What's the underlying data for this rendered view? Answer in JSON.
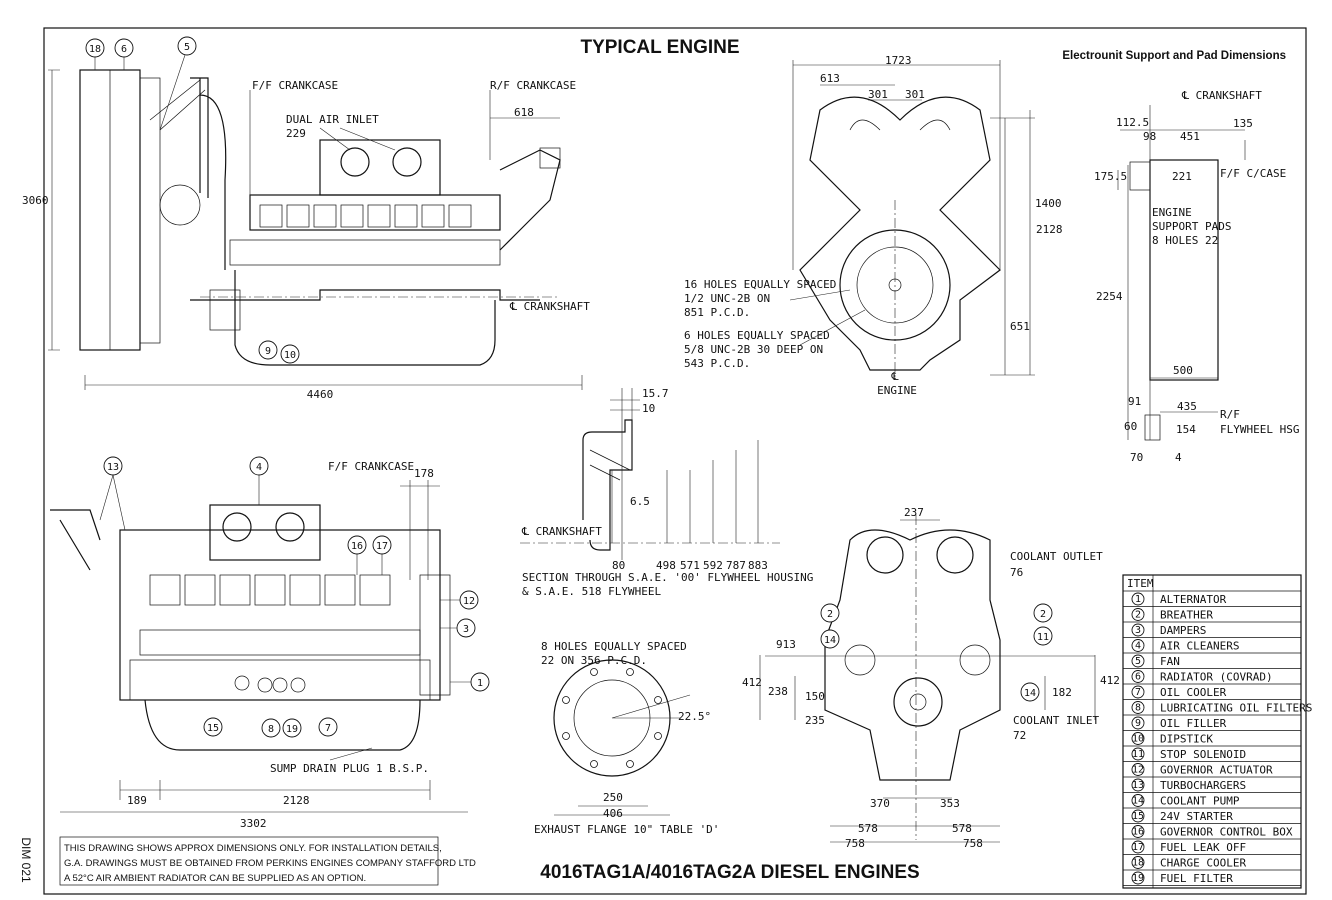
{
  "title": "TYPICAL ENGINE",
  "subtitle": "Electrounit Support and Pad Dimensions",
  "footer_title": "4016TAG1A/4016TAG2A DIESEL ENGINES",
  "drawing_number": "DIM 021",
  "notes": [
    "THIS DRAWING SHOWS APPROX DIMENSIONS ONLY. FOR INSTALLATION DETAILS,",
    "G.A. DRAWINGS MUST BE OBTAINED FROM PERKINS ENGINES COMPANY STAFFORD LTD",
    "A 52°C AIR AMBIENT RADIATOR CAN BE SUPPLIED AS AN OPTION."
  ],
  "side_view": {
    "ff_crankcase": "F/F CRANKCASE",
    "rf_crankcase": "R/F CRANKCASE",
    "dual_air_inlet": "DUAL AIR INLET",
    "dual_air_inlet_dim": "229",
    "crankshaft": "℄ CRANKSHAFT",
    "height": "3060",
    "length": "4460",
    "rf_offset": "618",
    "balloons": [
      "18",
      "6",
      "5",
      "9",
      "10"
    ]
  },
  "lower_side_view": {
    "ff_crankcase": "F/F CRANKCASE",
    "ff_offset": "178",
    "sump_drain": "SUMP DRAIN PLUG 1 B.S.P.",
    "dims": [
      "189",
      "2128",
      "3302"
    ],
    "balloons": [
      "13",
      "4",
      "16",
      "17",
      "12",
      "3",
      "1",
      "15",
      "8",
      "19",
      "7"
    ]
  },
  "front_view": {
    "width": "1723",
    "dims_top": [
      "613",
      "301",
      "301"
    ],
    "heights": [
      "1400",
      "2128",
      "651"
    ],
    "holes_16": [
      "16 HOLES EQUALLY SPACED",
      "1/2 UNC-2B ON",
      "851 P.C.D."
    ],
    "holes_6": [
      "6 HOLES EQUALLY SPACED",
      "5/8 UNC-2B 30 DEEP ON",
      "543 P.C.D."
    ],
    "engine_cl": "℄",
    "engine_label": "ENGINE"
  },
  "pad_view": {
    "crankshaft": "℄ CRANKSHAFT",
    "dims": [
      "112.5",
      "98",
      "451",
      "135",
      "175.5",
      "221",
      "2254",
      "500",
      "91",
      "435",
      "60",
      "154",
      "70",
      "4"
    ],
    "ff_case": "F/F C/CASE",
    "support_pads": [
      "ENGINE",
      "SUPPORT PADS",
      "8 HOLES 22"
    ],
    "rf_flywheel": [
      "R/F",
      "FLYWHEEL HSG"
    ]
  },
  "section_view": {
    "dims_top": [
      "15.7",
      "10"
    ],
    "dim_65": "6.5",
    "crankshaft": "℄ CRANKSHAFT",
    "radii": [
      "80",
      "498",
      "571",
      "592",
      "787",
      "883"
    ],
    "caption": [
      "SECTION THROUGH S.A.E. '00' FLYWHEEL HOUSING",
      "& S.A.E. 518 FLYWHEEL"
    ]
  },
  "flange_view": {
    "holes": [
      "8 HOLES EQUALLY SPACED",
      "22 ON 356 P.C.D."
    ],
    "angle": "22.5°",
    "dims": [
      "250",
      "406"
    ],
    "caption": "EXHAUST FLANGE 10\" TABLE 'D'"
  },
  "rear_view": {
    "top": "237",
    "coolant_outlet": [
      "COOLANT OUTLET",
      "76"
    ],
    "coolant_inlet": [
      "COOLANT INLET",
      "72"
    ],
    "dims": [
      "913",
      "412",
      "238",
      "150",
      "235",
      "182",
      "412",
      "370",
      "353",
      "578",
      "578",
      "758",
      "758"
    ],
    "balloons": [
      "2",
      "2",
      "11",
      "14",
      "14"
    ]
  },
  "item_table": {
    "header": "ITEM",
    "items": [
      {
        "no": "1",
        "name": "ALTERNATOR"
      },
      {
        "no": "2",
        "name": "BREATHER"
      },
      {
        "no": "3",
        "name": "DAMPERS"
      },
      {
        "no": "4",
        "name": "AIR CLEANERS"
      },
      {
        "no": "5",
        "name": "FAN"
      },
      {
        "no": "6",
        "name": "RADIATOR (COVRAD)"
      },
      {
        "no": "7",
        "name": "OIL COOLER"
      },
      {
        "no": "8",
        "name": "LUBRICATING OIL FILTERS"
      },
      {
        "no": "9",
        "name": "OIL FILLER"
      },
      {
        "no": "10",
        "name": "DIPSTICK"
      },
      {
        "no": "11",
        "name": "STOP SOLENOID"
      },
      {
        "no": "12",
        "name": "GOVERNOR ACTUATOR"
      },
      {
        "no": "13",
        "name": "TURBOCHARGERS"
      },
      {
        "no": "14",
        "name": "COOLANT PUMP"
      },
      {
        "no": "15",
        "name": "24V STARTER"
      },
      {
        "no": "16",
        "name": "GOVERNOR CONTROL BOX"
      },
      {
        "no": "17",
        "name": "FUEL LEAK OFF"
      },
      {
        "no": "18",
        "name": "CHARGE COOLER"
      },
      {
        "no": "19",
        "name": "FUEL FILTER"
      }
    ]
  }
}
